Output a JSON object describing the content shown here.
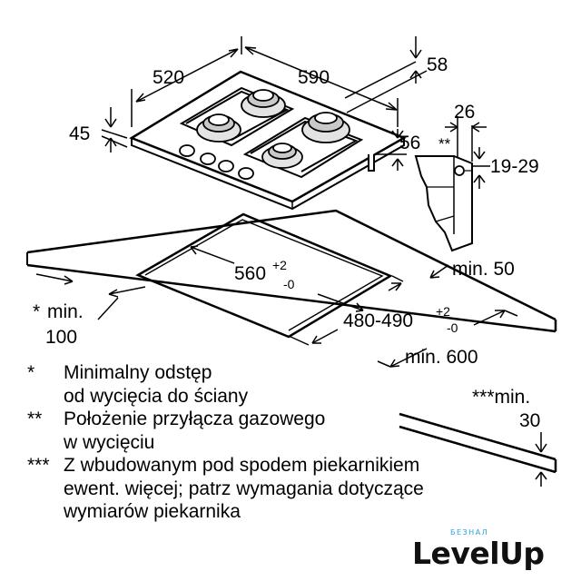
{
  "dimensions": {
    "width_520": "520",
    "depth_590": "590",
    "d58": "58",
    "d45": "45",
    "d56": "56",
    "d26": "26",
    "d19_29": "19-29",
    "gas_mark": "**",
    "cutout_width": "560",
    "cutout_width_tol_plus": "+2",
    "cutout_width_tol_minus": "-0",
    "cutout_depth": "480-490",
    "cutout_depth_tol_plus": "+2",
    "cutout_depth_tol_minus": "-0",
    "min50": "min. 50",
    "min600": "min. 600",
    "min100_mark": "*",
    "min100_label": "min.",
    "min100_value": "100",
    "min30_label": "***min.",
    "min30_value": "30"
  },
  "notes": [
    {
      "mark": "*",
      "lines": [
        "Minimalny odstęp",
        "od wycięcia do ściany"
      ]
    },
    {
      "mark": "**",
      "lines": [
        "Położenie przyłącza gazowego",
        "w wycięciu"
      ]
    },
    {
      "mark": "***",
      "lines": [
        "Z wbudowanym pod spodem piekarnikiem",
        "ewent. więcej; patrz wymagania dotyczące",
        "wymiarów piekarnika"
      ]
    }
  ],
  "watermark": {
    "small": "БЕЗНАЛ",
    "word": "LevelUp"
  }
}
